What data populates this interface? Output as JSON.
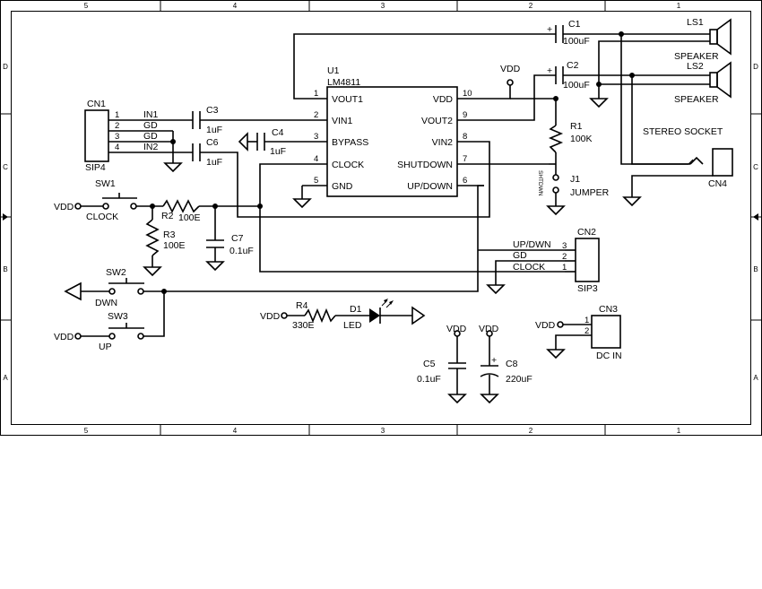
{
  "sheet": {
    "column_labels": [
      "5",
      "4",
      "3",
      "2",
      "1"
    ],
    "row_labels": [
      "D",
      "C",
      "B",
      "A"
    ]
  },
  "u1": {
    "ref": "U1",
    "part": "LM4811",
    "left_pins": [
      {
        "num": "1",
        "name": "VOUT1"
      },
      {
        "num": "2",
        "name": "VIN1"
      },
      {
        "num": "3",
        "name": "BYPASS"
      },
      {
        "num": "4",
        "name": "CLOCK"
      },
      {
        "num": "5",
        "name": "GND"
      }
    ],
    "right_pins": [
      {
        "num": "10",
        "name": "VDD"
      },
      {
        "num": "9",
        "name": "VOUT2"
      },
      {
        "num": "8",
        "name": "VIN2"
      },
      {
        "num": "7",
        "name": "SHUTDOWN"
      },
      {
        "num": "6",
        "name": "UP/DOWN"
      }
    ]
  },
  "cn1": {
    "ref": "CN1",
    "type": "SIP4",
    "pins": [
      {
        "num": "1",
        "net": "IN1"
      },
      {
        "num": "2",
        "net": "GD"
      },
      {
        "num": "3",
        "net": "GD"
      },
      {
        "num": "4",
        "net": "IN2"
      }
    ]
  },
  "cn2": {
    "ref": "CN2",
    "type": "SIP3",
    "pins": [
      {
        "num": "3",
        "net": "UP/DWN"
      },
      {
        "num": "2",
        "net": "GD"
      },
      {
        "num": "1",
        "net": "CLOCK"
      }
    ]
  },
  "cn3": {
    "ref": "CN3",
    "label": "DC IN",
    "pins": [
      {
        "num": "1"
      },
      {
        "num": "2"
      }
    ]
  },
  "cn4": {
    "ref": "CN4",
    "label": "STEREO SOCKET"
  },
  "ls1": {
    "ref": "LS1",
    "label": "SPEAKER"
  },
  "ls2": {
    "ref": "LS2",
    "label": "SPEAKER"
  },
  "c1": {
    "ref": "C1",
    "value": "100uF"
  },
  "c2": {
    "ref": "C2",
    "value": "100uF"
  },
  "c3": {
    "ref": "C3",
    "value": "1uF"
  },
  "c4": {
    "ref": "C4",
    "value": "1uF"
  },
  "c5": {
    "ref": "C5",
    "value": "0.1uF"
  },
  "c6": {
    "ref": "C6",
    "value": "1uF"
  },
  "c7": {
    "ref": "C7",
    "value": "0.1uF"
  },
  "c8": {
    "ref": "C8",
    "value": "220uF"
  },
  "r1": {
    "ref": "R1",
    "value": "100K"
  },
  "r2": {
    "ref": "R2",
    "value": "100E"
  },
  "r3": {
    "ref": "R3",
    "value": "100E"
  },
  "r4": {
    "ref": "R4",
    "value": "330E"
  },
  "d1": {
    "ref": "D1",
    "label": "LED"
  },
  "j1": {
    "ref": "J1",
    "label": "JUMPER",
    "net": "SHTDWN"
  },
  "sw1": {
    "ref": "SW1",
    "label": "CLOCK"
  },
  "sw2": {
    "ref": "SW2",
    "label": "DWN"
  },
  "sw3": {
    "ref": "SW3",
    "label": "UP"
  },
  "power": {
    "vdd": "VDD",
    "plus": "+"
  }
}
